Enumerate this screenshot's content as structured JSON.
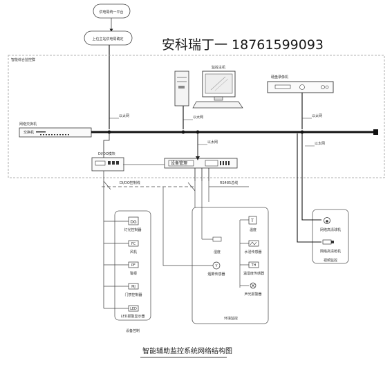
{
  "top_system": "供电局统一平台",
  "upper_system": "上位主站供电局确定",
  "watermark_text": "安科瑞丁一 18761599093",
  "zone_title": "智能综合监控群",
  "monitor_host": "监控主机",
  "video_recorder": "硬盘录像机",
  "network_switch": "网络交换机",
  "switch_label": "交换机",
  "ethernet": "以太网",
  "dido_module": "DI/DO模块",
  "dido_cable": "DI/DO控制线",
  "comm_manager": "设备管理",
  "rs485": "RS485总线",
  "device_control": {
    "title": "设备控制",
    "items": [
      {
        "tag": "DG",
        "label": "灯光控制器"
      },
      {
        "tag": "FC",
        "label": "风机"
      },
      {
        "tag": "PF",
        "label": "警报"
      },
      {
        "tag": "MJ",
        "label": "门禁控制器"
      },
      {
        "tag": "LED",
        "label": "LED报警显示器"
      }
    ]
  },
  "env_monitor": {
    "title": "环境监控",
    "items": [
      {
        "tag": "T",
        "label": "温度"
      },
      {
        "tag": "",
        "label": "湿度"
      },
      {
        "tag": "Y",
        "label": "烟雾传感器"
      },
      {
        "tag": "",
        "label": "水浸传感器"
      },
      {
        "tag": "TH",
        "label": "温湿度传感器"
      },
      {
        "tag": "",
        "label": "声光报警器"
      }
    ]
  },
  "video_monitor": {
    "title": "视频监控",
    "items": [
      {
        "label": "网络高清球机"
      },
      {
        "label": "网络高清枪机"
      }
    ]
  },
  "caption": "智能辅助监控系统网络结构图"
}
